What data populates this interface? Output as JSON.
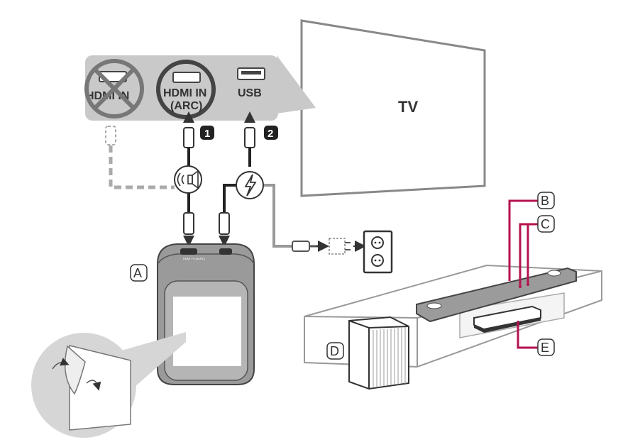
{
  "tv": {
    "label": "TV"
  },
  "ports": [
    {
      "label": "HDMI IN",
      "crossed": true
    },
    {
      "label": "HDMI IN",
      "sub": "(ARC)",
      "crossed": false
    },
    {
      "label": "USB",
      "crossed": false
    }
  ],
  "steps": [
    "1",
    "2"
  ],
  "callouts": [
    "A",
    "B",
    "C",
    "D",
    "E"
  ],
  "device_port_text": "HDMI TV (eARC)",
  "colors": {
    "magenta": "#b5124f",
    "outline": "#333333",
    "gray": "#999999",
    "panel": "#c9c9c9"
  },
  "icons": [
    "speaker-icon",
    "lightning-icon",
    "power-adapter-icon",
    "wall-outlet-icon",
    "peel-film-icon"
  ]
}
